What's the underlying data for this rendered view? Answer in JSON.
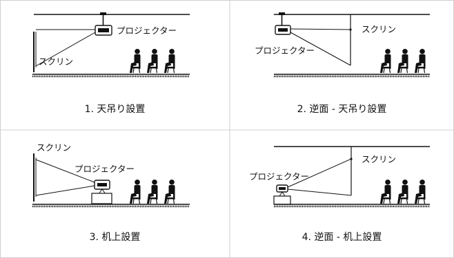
{
  "panels": [
    {
      "caption": "1. 天吊り設置",
      "projector_label": "プロジェクター",
      "screen_label": "スクリン"
    },
    {
      "caption": "2. 逆面 - 天吊り設置",
      "projector_label": "プロジェクター",
      "screen_label": "スクリン"
    },
    {
      "caption": "3. 机上設置",
      "projector_label": "プロジェクター",
      "screen_label": "スクリン"
    },
    {
      "caption": "4. 逆面 - 机上設置",
      "projector_label": "プロジェクター",
      "screen_label": "スクリン"
    }
  ],
  "colors": {
    "line": "#111111",
    "border": "#cfcfcf",
    "background": "#ffffff"
  }
}
